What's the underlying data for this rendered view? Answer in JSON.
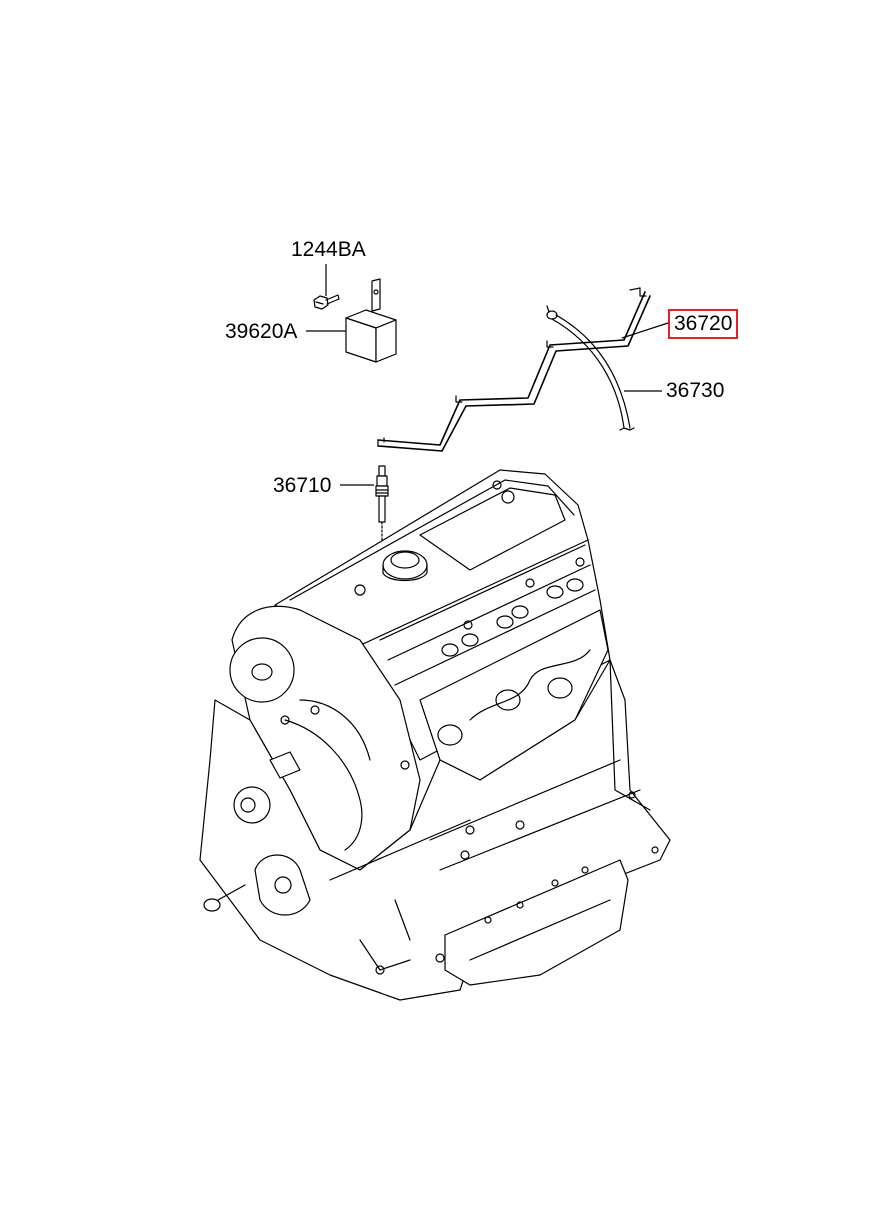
{
  "parts": [
    {
      "id": "p1244ba",
      "number": "1244BA"
    },
    {
      "id": "p39620a",
      "number": "39620A"
    },
    {
      "id": "p36720",
      "number": "36720",
      "highlighted": true
    },
    {
      "id": "p36730",
      "number": "36730"
    },
    {
      "id": "p36710",
      "number": "36710"
    }
  ],
  "colors": {
    "highlight": "#e0202a",
    "line": "#000000",
    "background": "#ffffff"
  }
}
